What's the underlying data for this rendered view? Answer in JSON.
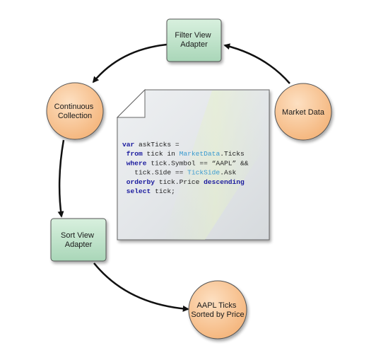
{
  "nodes": {
    "filter_view_adapter": {
      "lines": [
        "Filter View",
        "Adapter"
      ],
      "shape": "rounded-rectangle"
    },
    "market_data": {
      "lines": [
        "Market Data"
      ],
      "shape": "circle"
    },
    "continuous_collection": {
      "lines": [
        "Continuous",
        "Collection"
      ],
      "shape": "circle"
    },
    "sort_view_adapter": {
      "lines": [
        "Sort View",
        "Adapter"
      ],
      "shape": "rounded-rectangle"
    },
    "aapl_ticks": {
      "lines": [
        "AAPL Ticks",
        "Sorted by Price"
      ],
      "shape": "circle"
    }
  },
  "edges": [
    {
      "from": "market_data",
      "to": "filter_view_adapter"
    },
    {
      "from": "filter_view_adapter",
      "to": "continuous_collection"
    },
    {
      "from": "continuous_collection",
      "to": "sort_view_adapter"
    },
    {
      "from": "sort_view_adapter",
      "to": "aapl_ticks"
    }
  ],
  "code": {
    "lines": [
      [
        {
          "t": "var",
          "k": "kw"
        },
        {
          "t": " askTicks ="
        }
      ],
      [
        {
          "t": " "
        },
        {
          "t": "from",
          "k": "kw"
        },
        {
          "t": " tick "
        },
        {
          "t": "in"
        },
        {
          "t": " "
        },
        {
          "t": "MarketData",
          "k": "type"
        },
        {
          "t": ".Ticks"
        }
      ],
      [
        {
          "t": " "
        },
        {
          "t": "where",
          "k": "kw"
        },
        {
          "t": " tick.Symbol == “AAPL” &&"
        }
      ],
      [
        {
          "t": "   tick.Side == "
        },
        {
          "t": "TickSide",
          "k": "type"
        },
        {
          "t": ".Ask"
        }
      ],
      [
        {
          "t": " "
        },
        {
          "t": "orderby",
          "k": "kw"
        },
        {
          "t": " tick.Price "
        },
        {
          "t": "descending",
          "k": "kw"
        }
      ],
      [
        {
          "t": " "
        },
        {
          "t": "select",
          "k": "kw"
        },
        {
          "t": " tick;"
        }
      ]
    ]
  },
  "colors": {
    "circle_fill": "#f9c796",
    "circle_stroke": "#555555",
    "rect_fill": "#bfe3cc",
    "rect_stroke": "#555555",
    "arrow": "#111111",
    "code_keyword": "#1a1a9e",
    "code_type": "#3a9ad0",
    "code_plain": "#222222",
    "note_fill": "#e6e8ea",
    "note_stroke": "#666666"
  }
}
